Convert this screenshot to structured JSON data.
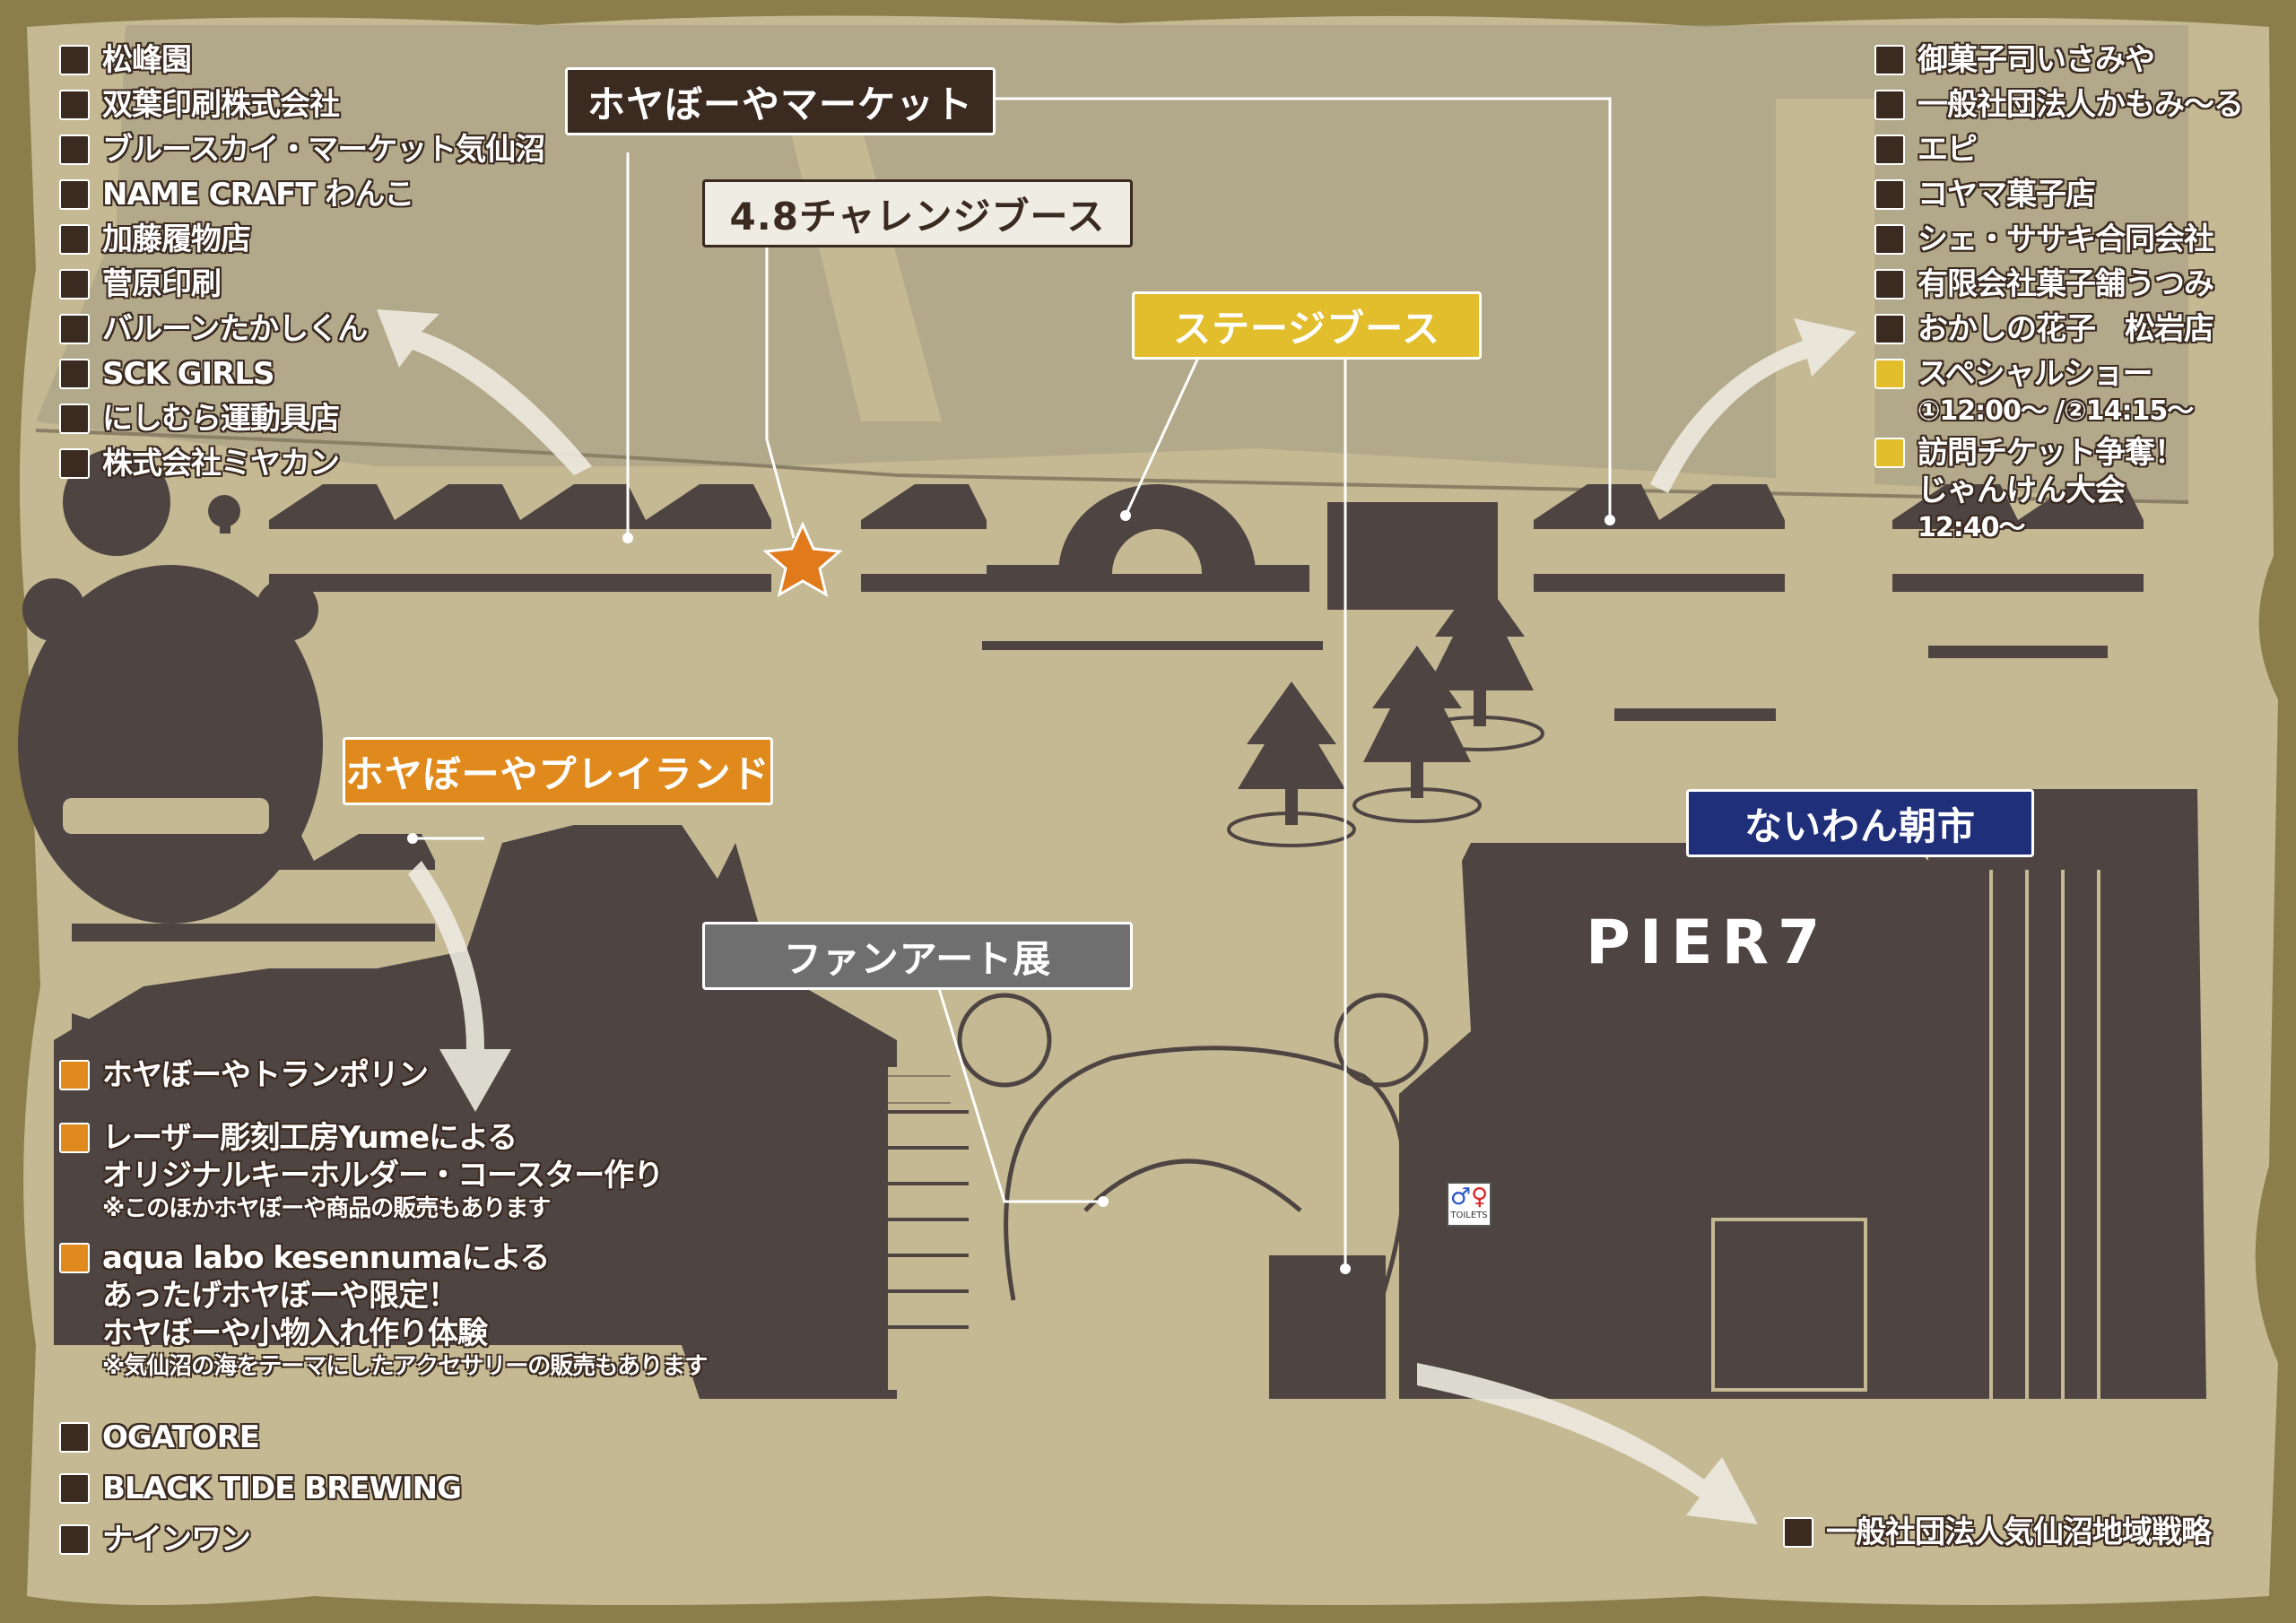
{
  "colors": {
    "background_frame": "#8c7e4a",
    "ground": "#c5b994",
    "upper_area": "#a39c82",
    "building": "#4e4442",
    "brown_marker": "#3b2a20",
    "orange_marker": "#e08a1e",
    "yellow_marker": "#e2bd2c",
    "navy": "#1f2f7a",
    "star": "#e07a1a"
  },
  "zones": {
    "market": "ホヤぼーやマーケット",
    "challenge": "4.8チャレンジブース",
    "stage": "ステージブース",
    "playland": "ホヤぼーやプレイランド",
    "fanart": "ファンアート展",
    "asaichi": "ないわん朝市"
  },
  "building_label": "PIER7",
  "toilet": {
    "icon": "toilet-icon",
    "text": "TOILETS"
  },
  "left_top_list": [
    "松峰園",
    "双葉印刷株式会社",
    "ブルースカイ・マーケット気仙沼",
    "NAME CRAFT わんこ",
    "加藤履物店",
    "菅原印刷",
    "バルーンたかしくん",
    "SCK GIRLS",
    "にしむら運動具店",
    "株式会社ミヤカン"
  ],
  "right_top_list": [
    "御菓子司いさみや",
    "一般社団法人かもみ〜る",
    "エピ",
    "コヤマ菓子店",
    "シェ・ササキ合同会社",
    "有限会社菓子舗うつみ",
    "おかしの花子　松岩店"
  ],
  "right_events": [
    {
      "line1": "スペシャルショー",
      "line2": "①12:00〜 /②14:15〜"
    },
    {
      "line1": "訪問チケット争奪！",
      "line2": "じゃんけん大会",
      "line3": "12:40〜"
    }
  ],
  "playland_list": [
    {
      "lines": [
        "ホヤぼーやトランポリン"
      ]
    },
    {
      "lines": [
        "レーザー彫刻工房Yumeによる",
        "オリジナルキーホルダー・コースター作り"
      ],
      "note": "※このほかホヤぼーや商品の販売もあります"
    },
    {
      "lines": [
        "aqua labo kesennumaによる",
        "あったげホヤぼーや限定！",
        "ホヤぼーや小物入れ作り体験"
      ],
      "note": "※気仙沼の海をテーマにしたアクセサリーの販売もあります"
    }
  ],
  "left_bottom_list": [
    "OGATORE",
    "BLACK TIDE BREWING",
    "ナインワン"
  ],
  "bottom_right_item": "一般社団法人気仙沼地域戦略"
}
